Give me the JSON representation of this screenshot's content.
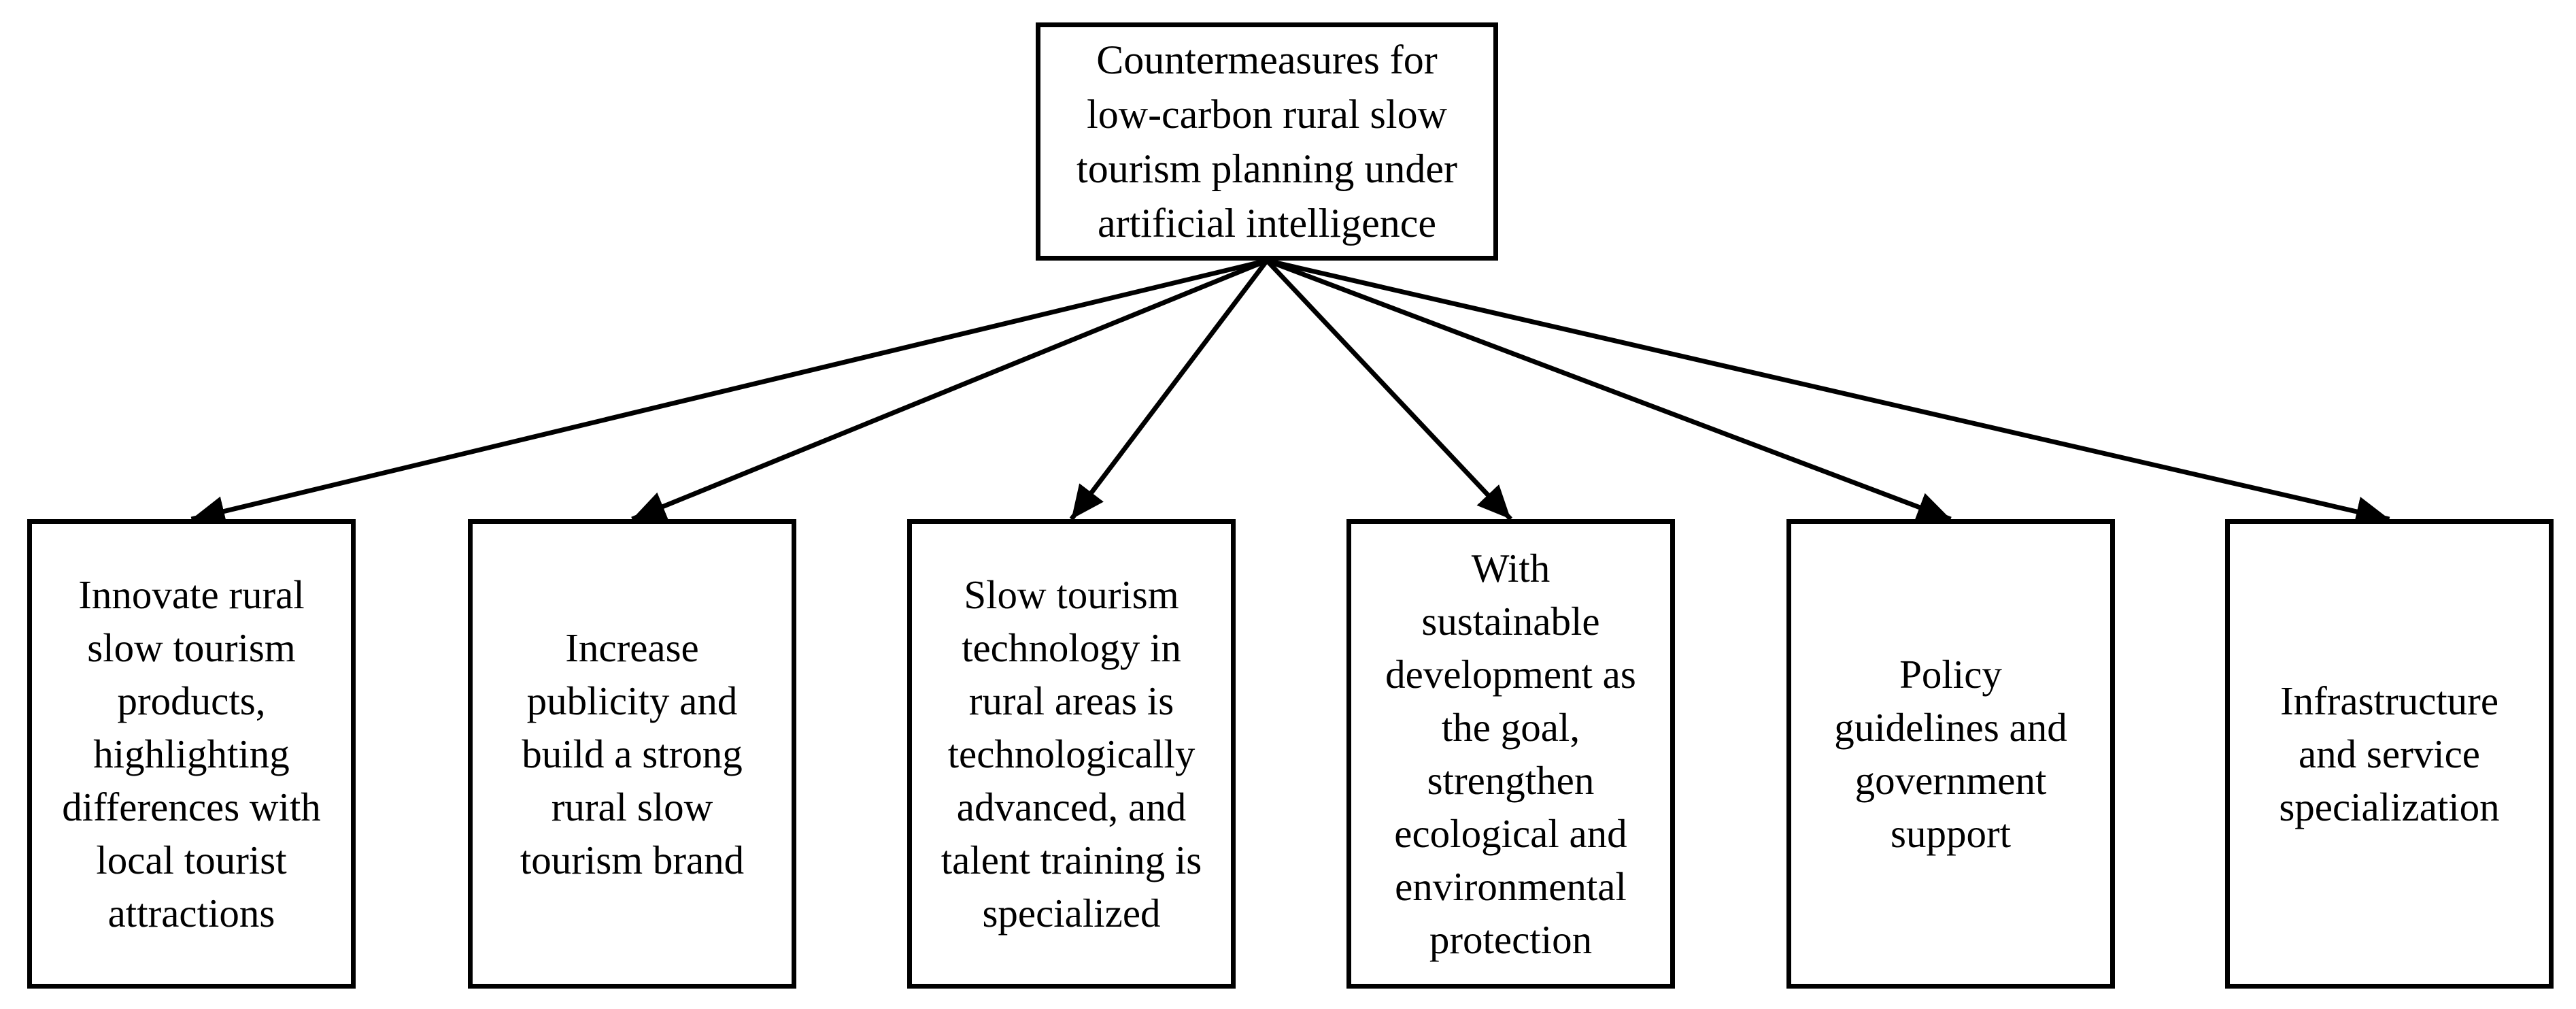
{
  "diagram": {
    "root": {
      "label": "Countermeasures for\nlow-carbon rural slow\ntourism planning under\nartificial intelligence"
    },
    "children": [
      {
        "label": "Innovate rural\nslow tourism\nproducts,\nhighlighting\ndifferences with\nlocal tourist\nattractions"
      },
      {
        "label": "Increase\npublicity and\nbuild a strong\nrural slow\ntourism brand"
      },
      {
        "label": "Slow tourism\ntechnology in\nrural areas is\ntechnologically\nadvanced, and\ntalent training is\nspecialized"
      },
      {
        "label": "With\nsustainable\ndevelopment as\nthe goal,\nstrengthen\necological and\nenvironmental\nprotection"
      },
      {
        "label": "Policy\nguidelines and\ngovernment\nsupport"
      },
      {
        "label": "Infrastructure\nand service\nspecialization"
      }
    ],
    "colors": {
      "stroke": "#000000",
      "fill": "#ffffff"
    }
  }
}
